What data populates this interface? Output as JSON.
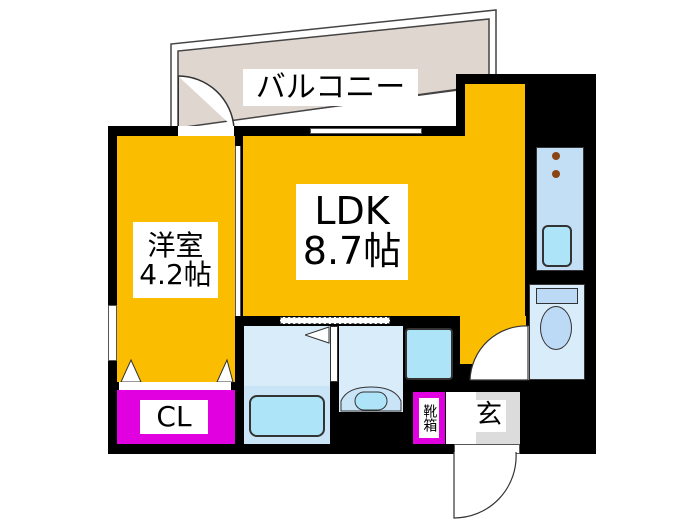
{
  "floorplan": {
    "rooms": {
      "balcony": {
        "label": "バルコニー",
        "color": "#e0d6d0"
      },
      "ldk": {
        "name": "LDK",
        "size": "8.7帖",
        "color": "#fbbd00"
      },
      "western_room": {
        "name": "洋室",
        "size": "4.2帖",
        "color": "#fbbd00"
      },
      "closet": {
        "label": "CL",
        "color": "#e000e0"
      },
      "shoe_cabinet": {
        "label": "靴箱",
        "color": "#e000e0"
      },
      "entrance": {
        "label": "玄"
      },
      "bathroom": {
        "color": "#d8ecfa"
      },
      "toilet": {
        "color": "#d8ecfa"
      },
      "kitchen": {
        "color": "#c3dff5"
      }
    },
    "wall_color": "#000000"
  }
}
